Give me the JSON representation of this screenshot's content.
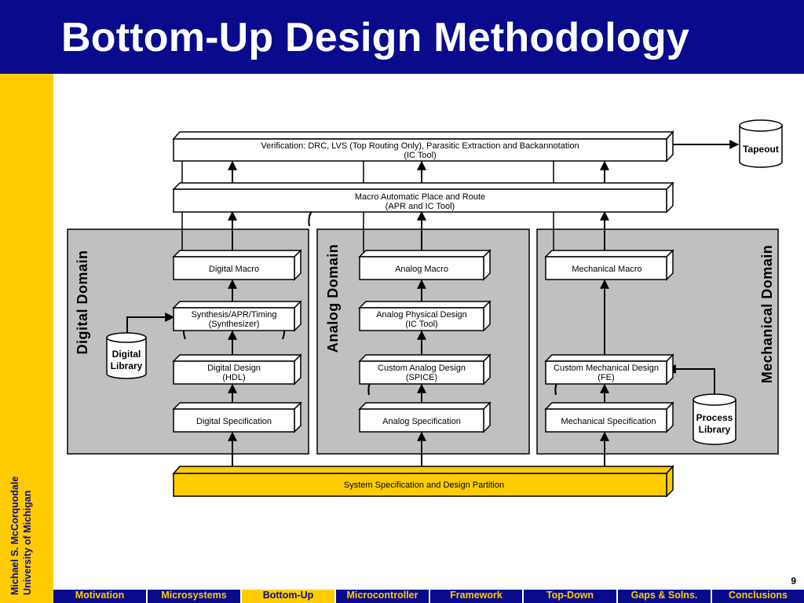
{
  "title": "Bottom-Up Design Methodology",
  "author": {
    "name": "Michael S. McCorquodale",
    "affiliation": "University of Michigan"
  },
  "page_number": "9",
  "nav": [
    {
      "label": "Motivation",
      "active": false
    },
    {
      "label": "Microsystems",
      "active": false
    },
    {
      "label": "Bottom-Up",
      "active": true
    },
    {
      "label": "Microcontroller",
      "active": false
    },
    {
      "label": "Framework",
      "active": false
    },
    {
      "label": "Top-Down",
      "active": false
    },
    {
      "label": "Gaps & Solns.",
      "active": false
    },
    {
      "label": "Conclusions",
      "active": false
    }
  ],
  "colors": {
    "header": "#0a0a8c",
    "accent": "#ffcc00",
    "panel": "#c0c0c0",
    "nav_text": "#ffcc00"
  },
  "diagram": {
    "verification": {
      "line1": "Verification: DRC, LVS (Top Routing Only), Parasitic Extraction and Backannotation",
      "line2": "(IC Tool)"
    },
    "tapeout": "Tapeout",
    "apr": {
      "line1": "Macro Automatic Place and Route",
      "line2": "(APR and IC Tool)"
    },
    "domains": {
      "digital": "Digital Domain",
      "analog": "Analog Domain",
      "mechanical": "Mechanical Domain"
    },
    "digital": {
      "macro": "Digital Macro",
      "synth1": "Synthesis/APR/Timing",
      "synth2": "(Synthesizer)",
      "design1": "Digital Design",
      "design2": "(HDL)",
      "spec": "Digital Specification",
      "library1": "Digital",
      "library2": "Library"
    },
    "analog": {
      "macro": "Analog Macro",
      "phys1": "Analog Physical Design",
      "phys2": "(IC Tool)",
      "design1": "Custom Analog Design",
      "design2": "(SPICE)",
      "spec": "Analog Specification"
    },
    "mechanical": {
      "macro": "Mechanical Macro",
      "design1": "Custom Mechanical Design",
      "design2": "(FE)",
      "spec": "Mechanical Specification",
      "library1": "Process",
      "library2": "Library"
    },
    "system": "System Specification and Design Partition"
  }
}
